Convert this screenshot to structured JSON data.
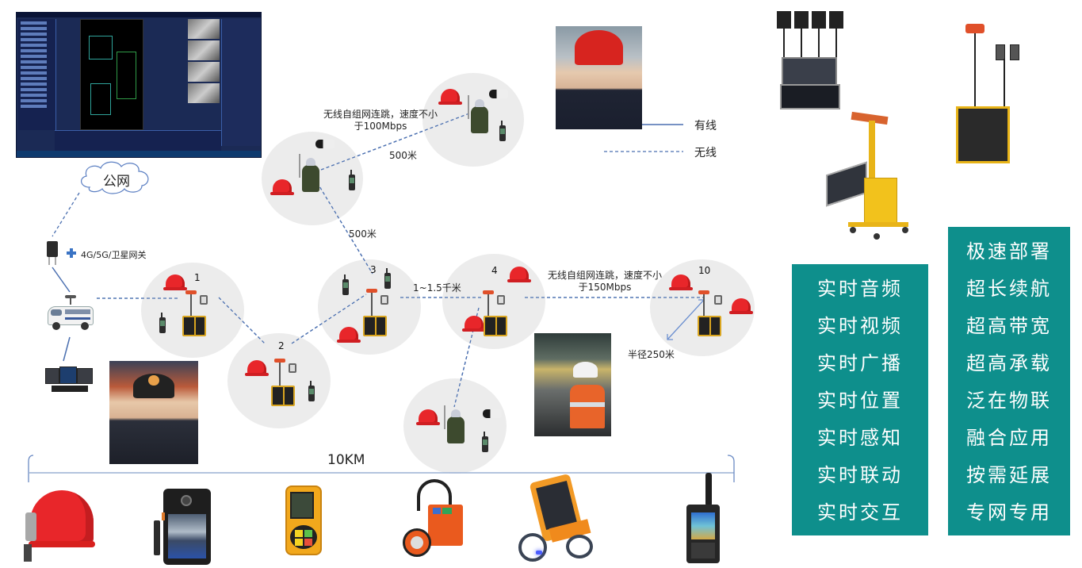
{
  "title": "无线自组网应急通信组网示意图",
  "colors": {
    "panel_bg": "#0e8f8c",
    "panel_text": "#ffffff",
    "zone_bg": "#ececec",
    "link_line": "#4a6fb0",
    "helmet_red": "#e8262a"
  },
  "top_left": {
    "monitor_screenshot": "command-center-software",
    "cloud_label": "公网"
  },
  "gateway": {
    "label": "4G/5G/卫星网关",
    "icon": "plus-icon"
  },
  "links": {
    "hop_label_top": "无线自组网连跳，速度不小于100Mbps",
    "hop_label_top_lines": [
      "无线自组网连跳，速度不小",
      "于100Mbps"
    ],
    "dist_top": "500米",
    "dist_mid": "500米",
    "dist_3_4": "1~1.5千米",
    "hop_label_right_lines": [
      "无线自组网连跳，速度不小",
      "于150Mbps"
    ],
    "radius": "半径250米"
  },
  "nodes": [
    {
      "num": "1"
    },
    {
      "num": "2"
    },
    {
      "num": "3"
    },
    {
      "num": "4"
    },
    {
      "num": "10"
    }
  ],
  "legend": {
    "wired": "有线",
    "wireless": "无线"
  },
  "scale": {
    "label": "10KM"
  },
  "panels": {
    "left": [
      "实时音频",
      "实时视频",
      "实时广播",
      "实时位置",
      "实时感知",
      "实时联动",
      "实时交互"
    ],
    "right": [
      "极速部署",
      "超长续航",
      "超高带宽",
      "超高承载",
      "泛在物联",
      "融合应用",
      "按需延展",
      "专网专用"
    ]
  },
  "equipment_top_right": [
    "portable-base-station-case",
    "tripod-mesh-station",
    "solar-mobile-tower"
  ],
  "bottom_devices": [
    "smart-helmet",
    "body-camera",
    "gas-detector",
    "miner-headlamp",
    "handheld-terminal",
    "ptt-radio"
  ]
}
